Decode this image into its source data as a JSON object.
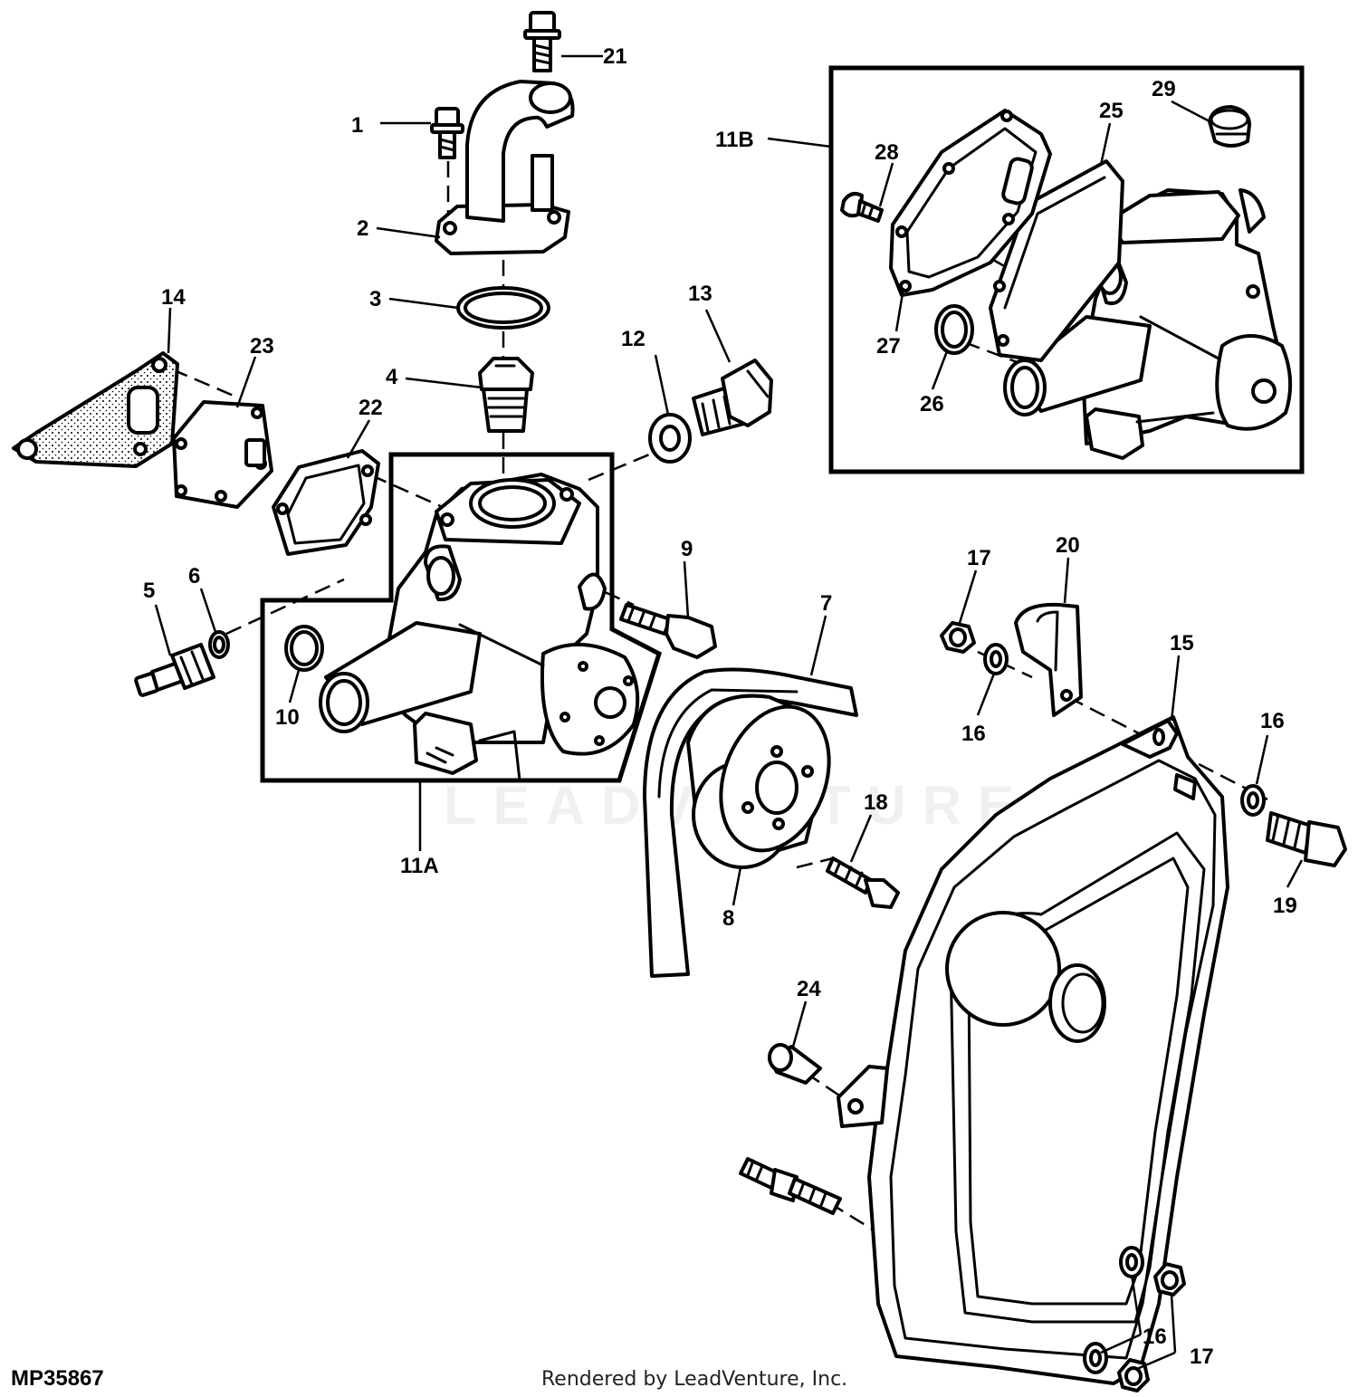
{
  "diagram": {
    "figure_id": "MP35867",
    "credit": "Rendered by LeadVenture, Inc.",
    "watermark": "LEADVENTURE",
    "callouts": [
      {
        "id": "c1",
        "text": "1"
      },
      {
        "id": "c2",
        "text": "2"
      },
      {
        "id": "c3",
        "text": "3"
      },
      {
        "id": "c4",
        "text": "4"
      },
      {
        "id": "c5",
        "text": "5"
      },
      {
        "id": "c6",
        "text": "6"
      },
      {
        "id": "c7",
        "text": "7"
      },
      {
        "id": "c8",
        "text": "8"
      },
      {
        "id": "c9",
        "text": "9"
      },
      {
        "id": "c10",
        "text": "10"
      },
      {
        "id": "c11a",
        "text": "11A"
      },
      {
        "id": "c11b",
        "text": "11B"
      },
      {
        "id": "c12",
        "text": "12"
      },
      {
        "id": "c13",
        "text": "13"
      },
      {
        "id": "c14",
        "text": "14"
      },
      {
        "id": "c15",
        "text": "15"
      },
      {
        "id": "c16a",
        "text": "16"
      },
      {
        "id": "c16b",
        "text": "16"
      },
      {
        "id": "c16c",
        "text": "16"
      },
      {
        "id": "c17a",
        "text": "17"
      },
      {
        "id": "c17b",
        "text": "17"
      },
      {
        "id": "c18",
        "text": "18"
      },
      {
        "id": "c19",
        "text": "19"
      },
      {
        "id": "c20",
        "text": "20"
      },
      {
        "id": "c21",
        "text": "21"
      },
      {
        "id": "c22",
        "text": "22"
      },
      {
        "id": "c23",
        "text": "23"
      },
      {
        "id": "c24",
        "text": "24"
      },
      {
        "id": "c25",
        "text": "25"
      },
      {
        "id": "c26",
        "text": "26"
      },
      {
        "id": "c27",
        "text": "27"
      },
      {
        "id": "c28",
        "text": "28"
      },
      {
        "id": "c29",
        "text": "29"
      }
    ]
  }
}
